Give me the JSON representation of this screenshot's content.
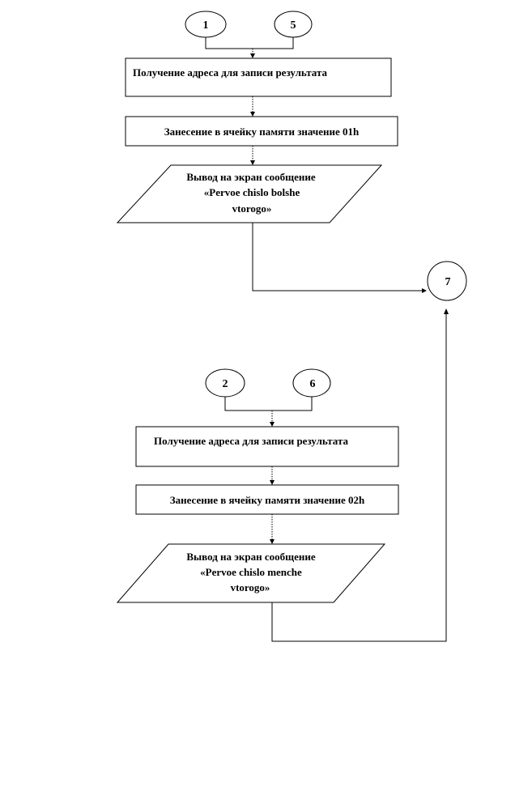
{
  "diagram": {
    "type": "flowchart",
    "upper": {
      "connectors": [
        "1",
        "5"
      ],
      "step_address": "Получение адреса для записи результата",
      "step_store": "Занесение в ячейку памяти значение 01h",
      "output_lines": [
        "Вывод на экран сообщение",
        "«Pervoe  chislo  bolshe",
        "vtorogo»"
      ]
    },
    "lower": {
      "connectors": [
        "2",
        "6"
      ],
      "step_address": "Получение адреса для записи результата",
      "step_store": "Занесение в ячейку памяти значение 02h",
      "output_lines": [
        "Вывод на экран сообщение",
        "«Pervoe  chislo  menche",
        "vtorogo»"
      ]
    },
    "exit_connector": "7"
  }
}
